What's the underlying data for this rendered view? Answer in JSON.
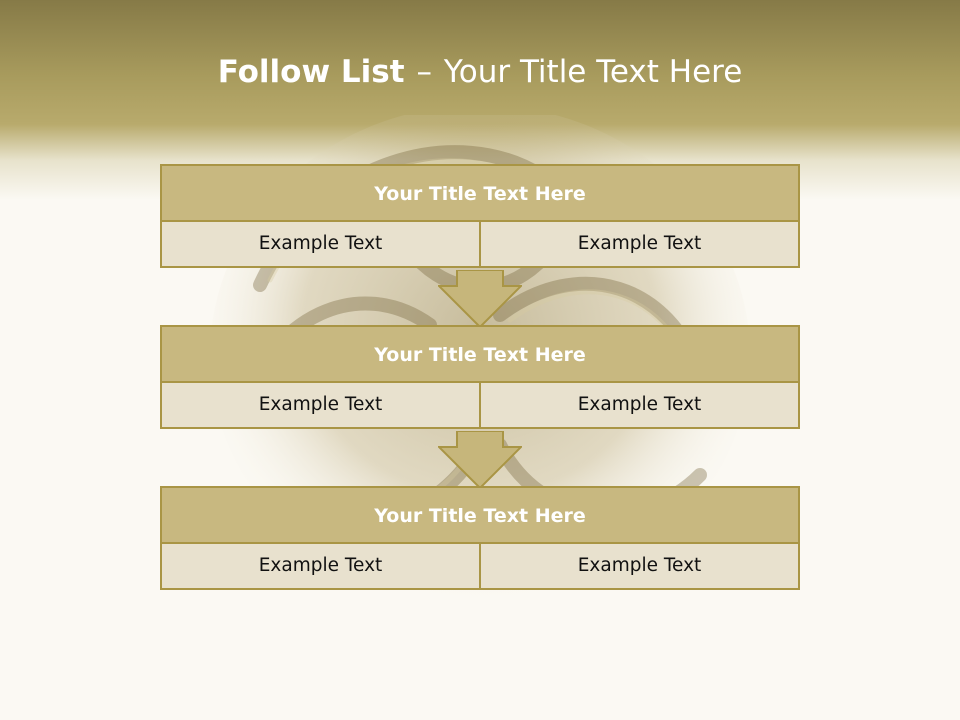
{
  "slide": {
    "title_bold": "Follow List",
    "title_dash": "–",
    "title_rest": "Your Title Text Here"
  },
  "blocks": [
    {
      "title": "Your Title Text Here",
      "left": "Example Text",
      "right": "Example Text"
    },
    {
      "title": "Your Title Text Here",
      "left": "Example Text",
      "right": "Example Text"
    },
    {
      "title": "Your Title Text Here",
      "left": "Example Text",
      "right": "Example Text"
    }
  ],
  "colors": {
    "header_dark": "#867a47",
    "header_light": "#b8aa6c",
    "block_title_bg": "#c8b880",
    "cell_bg": "#eae3d2",
    "border": "#a99545",
    "arrow_fill": "#c6b67b"
  },
  "icons": {
    "arrow": "down-arrow-icon",
    "background": "brass-knot-ornament"
  }
}
